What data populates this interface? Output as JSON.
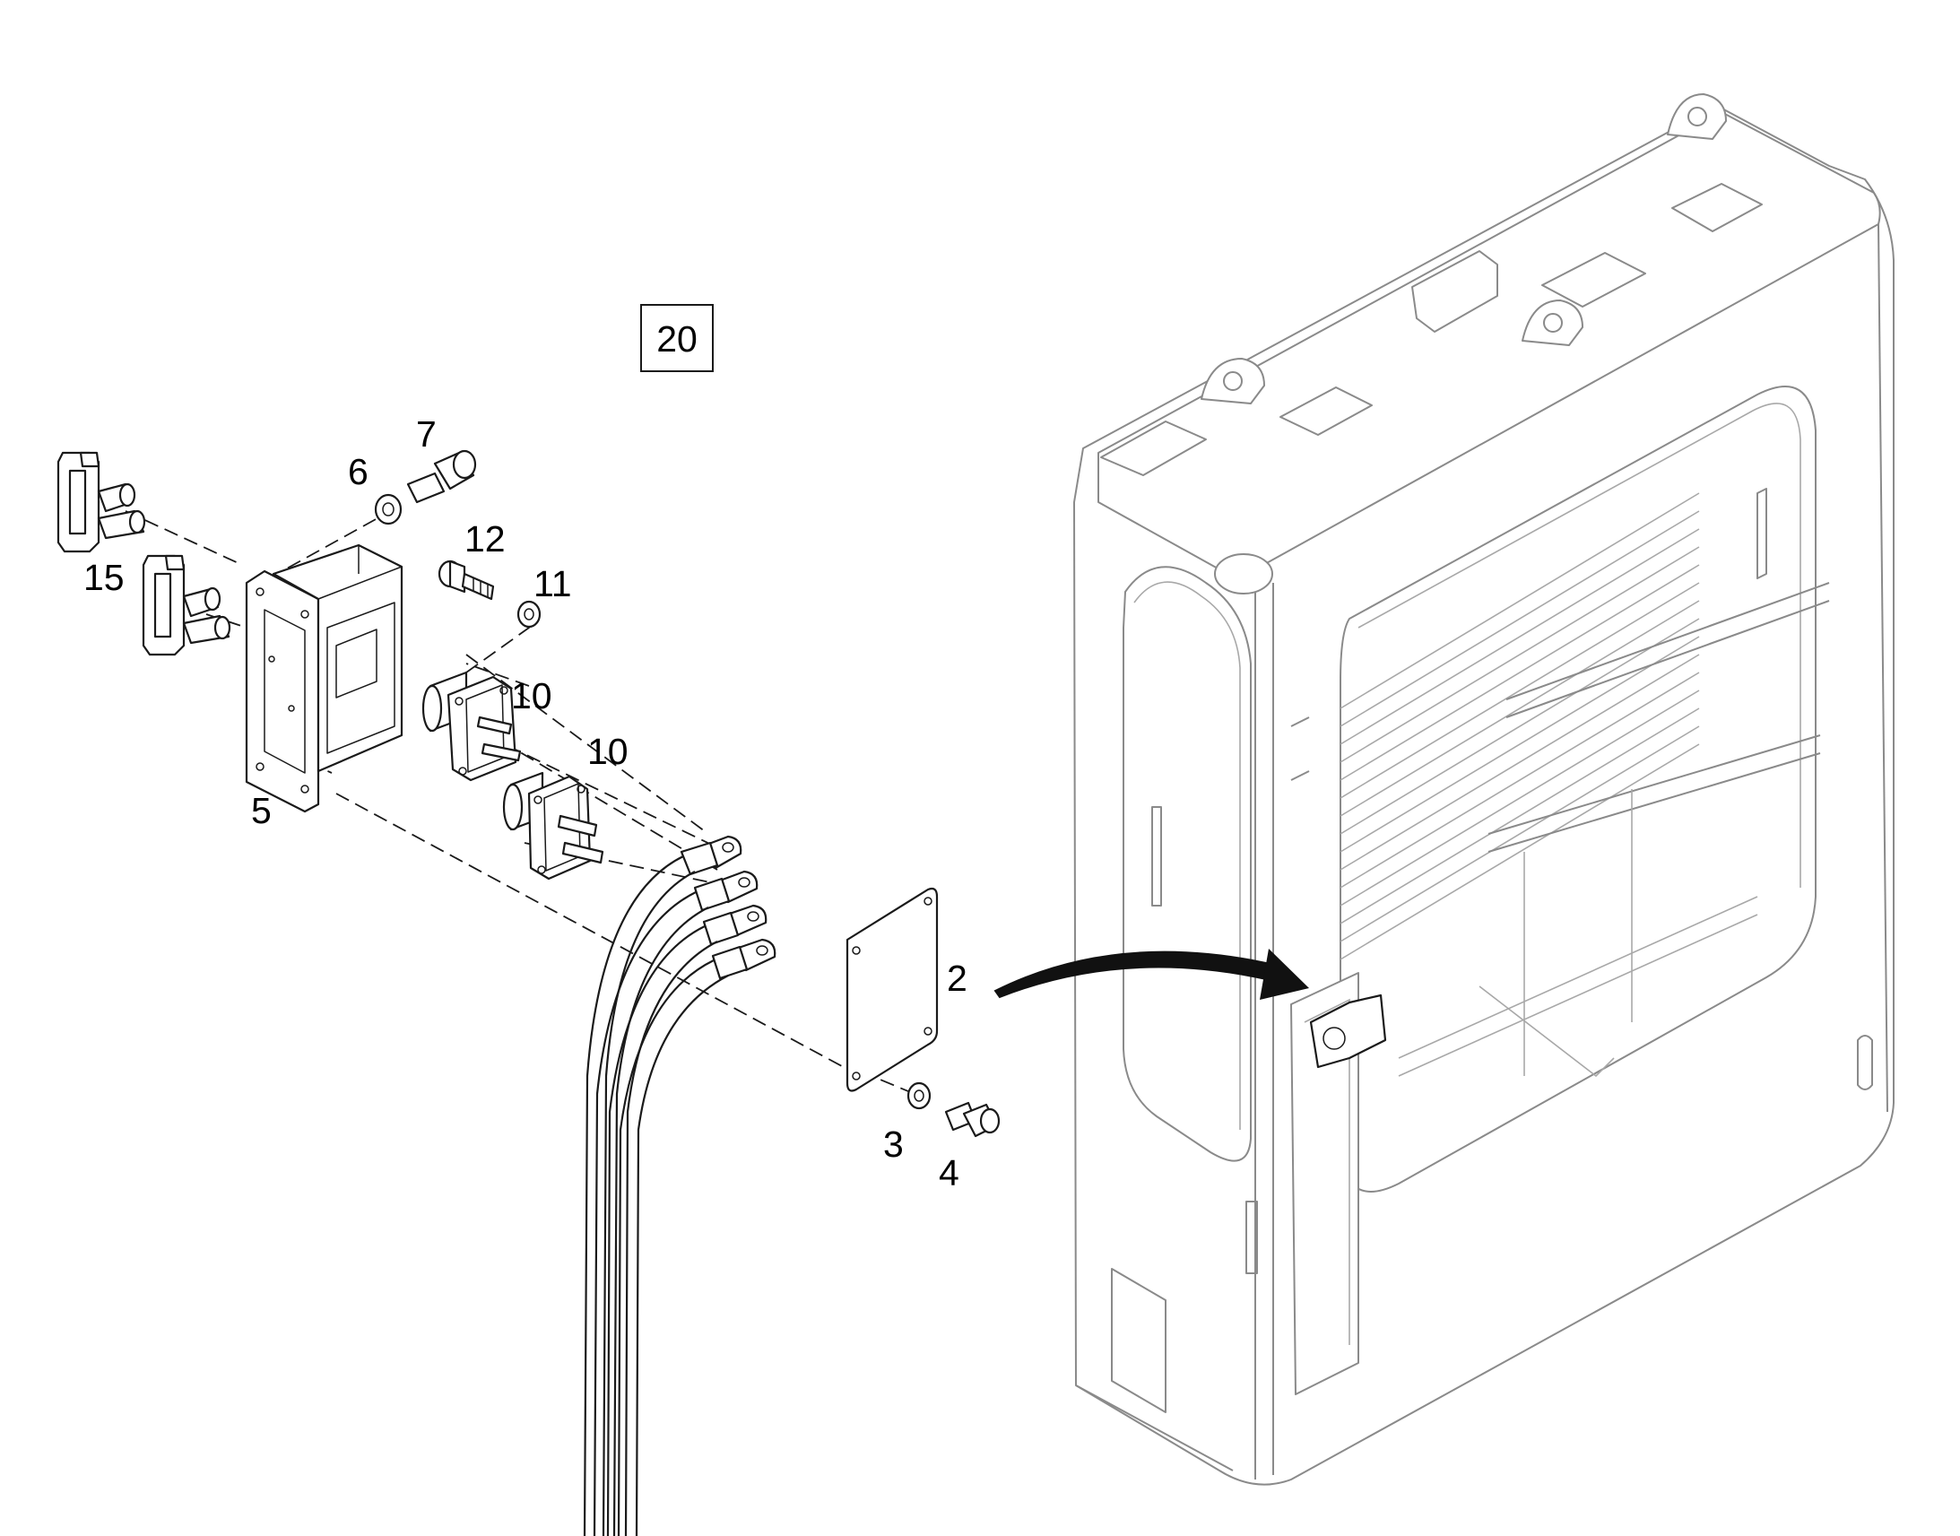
{
  "diagram": {
    "group_label": "20",
    "callouts": {
      "c2": "2",
      "c3": "3",
      "c4": "4",
      "c5": "5",
      "c6": "6",
      "c7": "7",
      "c10a": "10",
      "c10b": "10",
      "c11": "11",
      "c12": "12",
      "c15": "15"
    }
  }
}
